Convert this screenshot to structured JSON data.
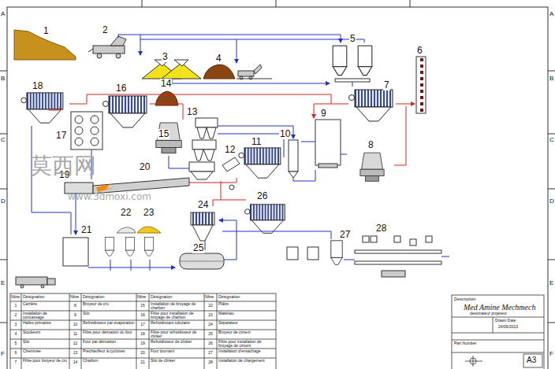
{
  "diagram": {
    "labels": [
      "1",
      "2",
      "3",
      "4",
      "5",
      "6",
      "7",
      "8",
      "9",
      "10",
      "11",
      "12",
      "13",
      "14",
      "15",
      "16",
      "17",
      "18",
      "19",
      "20",
      "21",
      "22",
      "23",
      "24",
      "25",
      "26",
      "27",
      "28",
      "莫西网",
      "www.3dmoxi.com",
      "A",
      "B",
      "C",
      "D",
      "E",
      "F",
      "A",
      "B",
      "C",
      "D",
      "E",
      "F",
      "Nbre",
      "Désignation",
      "Nbre",
      "Désignation",
      "Nbre",
      "Désignation",
      "Nbre",
      "Désignation",
      "1",
      "Carrière",
      "2",
      "Installation de concassage",
      "3",
      "Halles primaires",
      "4",
      "Stockeurs",
      "5",
      "Silo",
      "6",
      "Cheminée",
      "7",
      "Filtre pour broyeur de cru",
      "8",
      "Broyeur de cru",
      "9",
      "Silo",
      "10",
      "Refroidisseur par évaporation",
      "11",
      "Filtre pour dérivation du four",
      "12",
      "Four par dérivation",
      "13",
      "Préchauffeur à cyclones",
      "14",
      "Charbon",
      "15",
      "Installation de broyage de charbon",
      "16",
      "Filtre pour installation de broyage de charbon",
      "17",
      "Refroidissant tubulaire",
      "18",
      "Filtre pour refroidisseur de clinker",
      "19",
      "Refroidisseur de clinker",
      "20",
      "Four tournant",
      "21",
      "Silo de clinker",
      "22",
      "Plâtre",
      "23",
      "Matériau",
      "24",
      "Séparateur",
      "25",
      "Broyeur de ciment",
      "26",
      "Filtre pour installation de broyage de ciment",
      "27",
      "Installation d'ensachage",
      "28",
      "Installation de chargement",
      "Description",
      "Med Amine Mechmech",
      "dessinateur projeteur",
      "Drawn Date",
      "24/06/2013",
      "Part Number",
      "A3"
    ]
  }
}
